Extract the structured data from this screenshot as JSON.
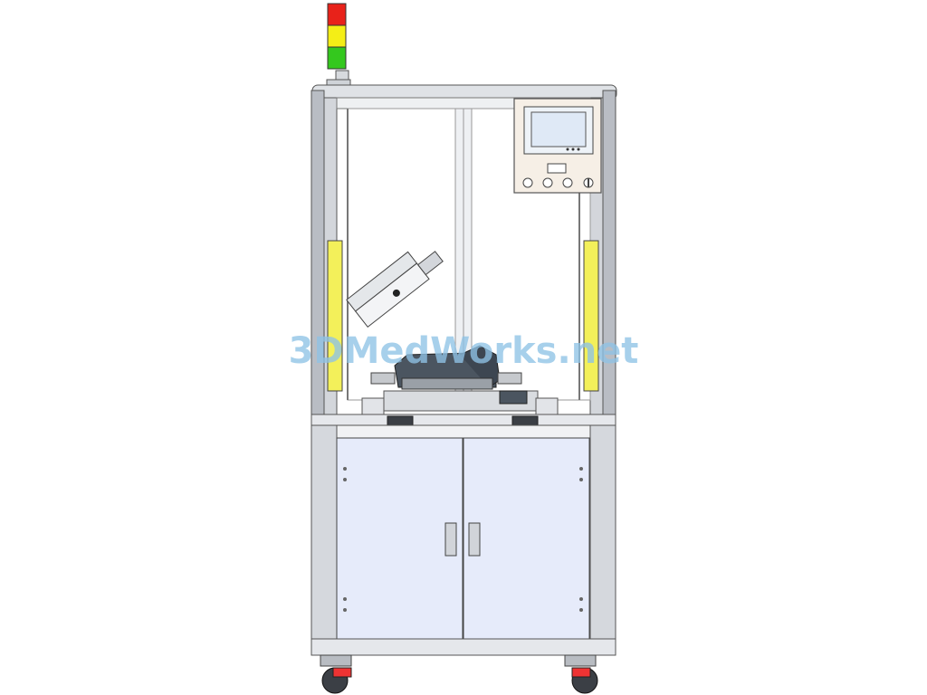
{
  "watermark": {
    "text": "3DMedWorks.net"
  },
  "colors": {
    "background": "#ffffff",
    "frame": "#c9ccd2",
    "frame_dark": "#8e939b",
    "cabinet_panel": "#e6ebfa",
    "stack_light_red": "#e8221a",
    "stack_light_yellow": "#f4ee16",
    "stack_light_green": "#34c81e",
    "side_light": "#f3f05a",
    "control_box": "#f6efe6",
    "hmi_screen": "#dfe9f6",
    "product_dark": "#4b5560"
  },
  "components": [
    "stack-light",
    "machine-frame",
    "hmi-control-box",
    "safety-light-curtain",
    "press-actuator",
    "fixture",
    "work-table",
    "cabinet",
    "casters"
  ]
}
